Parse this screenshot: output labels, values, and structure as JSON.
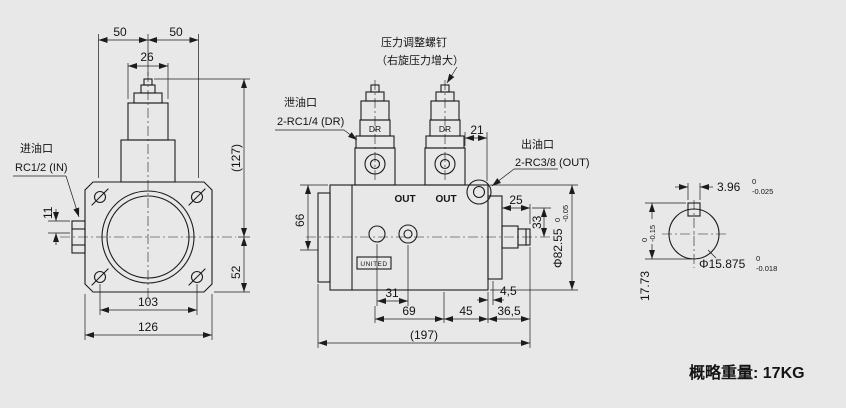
{
  "footer": {
    "weight_note": "概略重量: 17KG"
  },
  "front_view": {
    "inlet_line1": "进油口",
    "inlet_line2": "RC1/2 (IN)",
    "dims": {
      "d50a": "50",
      "d50b": "50",
      "d26": "26",
      "d11": "11",
      "d127": "(127)",
      "d52": "52",
      "d103": "103",
      "d126": "126"
    }
  },
  "side_view": {
    "pressure_line1": "压力调整螺钉",
    "pressure_line2": "（右旋压力增大）",
    "drain_line1": "泄油口",
    "drain_line2": "2-RC1/4 (DR)",
    "outlet_line1": "出油口",
    "outlet_line2": "2-RC3/8 (OUT)",
    "port_dr_a": "DR",
    "port_dr_b": "DR",
    "body_out_a": "OUT",
    "body_out_b": "OUT",
    "brand": "UNITED",
    "dims": {
      "d66": "66",
      "d21": "21",
      "d25": "25",
      "d33": "33",
      "dia_body": "Φ82.55",
      "dia_body_tol_up": "0",
      "dia_body_tol_low": "-0.05",
      "d31": "31",
      "d45_small": "4,5",
      "d69": "69",
      "d45": "45",
      "d365": "36,5",
      "d197": "(197)"
    }
  },
  "shaft_view": {
    "dims": {
      "key_width": "3.96",
      "key_width_tol_up": "0",
      "key_width_tol_low": "-0.025",
      "key_height": "17.73",
      "key_height_tol_up": "0",
      "key_height_tol_low": "-0.15",
      "shaft_dia": "Φ15.875",
      "shaft_dia_tol_up": "0",
      "shaft_dia_tol_low": "-0.018"
    }
  }
}
